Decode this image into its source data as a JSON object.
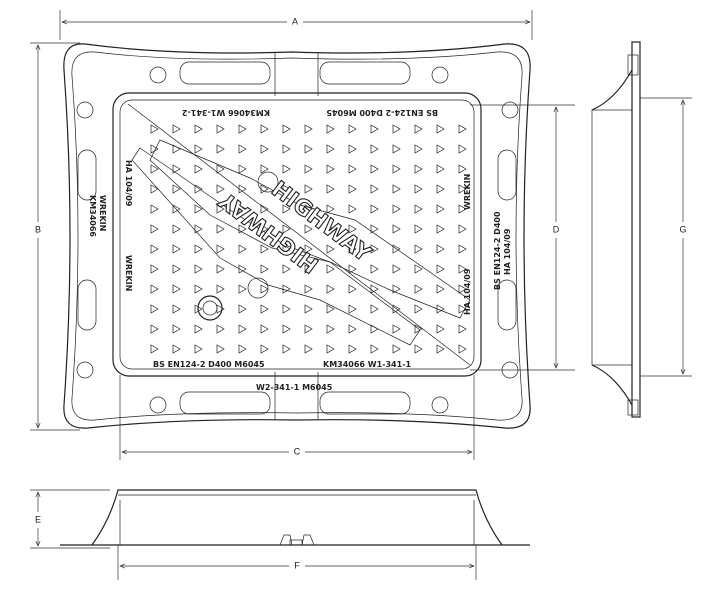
{
  "dimensions": {
    "A": "A",
    "B": "B",
    "C": "C",
    "D": "D",
    "E": "E",
    "F": "F",
    "G": "G"
  },
  "markings": {
    "bottom_left": "BS EN124-2 D400 M6045",
    "bottom_right": "KM34066 W1-341-1",
    "top_left": "KM34066 W1-341-2",
    "top_right": "BS EN124-2 D400 M6045",
    "left_inner": "HA 104/09",
    "right_inner": "HA 104/09",
    "brand": "WREKIN",
    "frame_left_code": "KM34066",
    "frame_bottom": "W2-341-1 M6045",
    "frame_right_1": "BS EN124-2 D400",
    "frame_right_2": "HA 104/09",
    "logo_word": "HIGHWAY"
  }
}
